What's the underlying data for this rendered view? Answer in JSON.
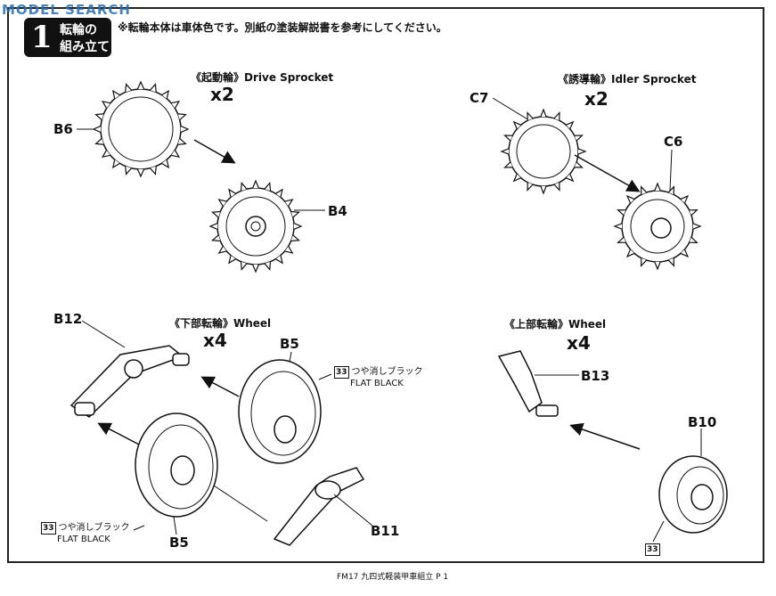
{
  "watermark": {
    "text": "MODEL SEARCH",
    "sub": ""
  },
  "step": {
    "number": "1",
    "line1": "転輪の",
    "line2": "組み立て"
  },
  "note": "※転輪本体は車体色です。別紙の塗装解説書を参考にしてください。",
  "drive_sprocket": {
    "title": "《起動輪》Drive Sprocket",
    "qty": "x2",
    "parts": [
      "B6",
      "B4"
    ]
  },
  "idler_sprocket": {
    "title": "《誘導輪》Idler Sprocket",
    "qty": "x2",
    "parts": [
      "C7",
      "C6"
    ]
  },
  "lower_wheel": {
    "title": "《下部転輪》Wheel",
    "qty": "x4",
    "parts": [
      "B12",
      "B5",
      "B11",
      "B5"
    ]
  },
  "upper_wheel": {
    "title": "《上部転輪》Wheel",
    "qty": "x4",
    "parts": [
      "B13",
      "B10"
    ]
  },
  "paint": {
    "code": "33",
    "jp": "つや消しブラック",
    "en": "FLAT BLACK"
  },
  "footer": "FM17 九四式軽装甲車組立 P 1"
}
